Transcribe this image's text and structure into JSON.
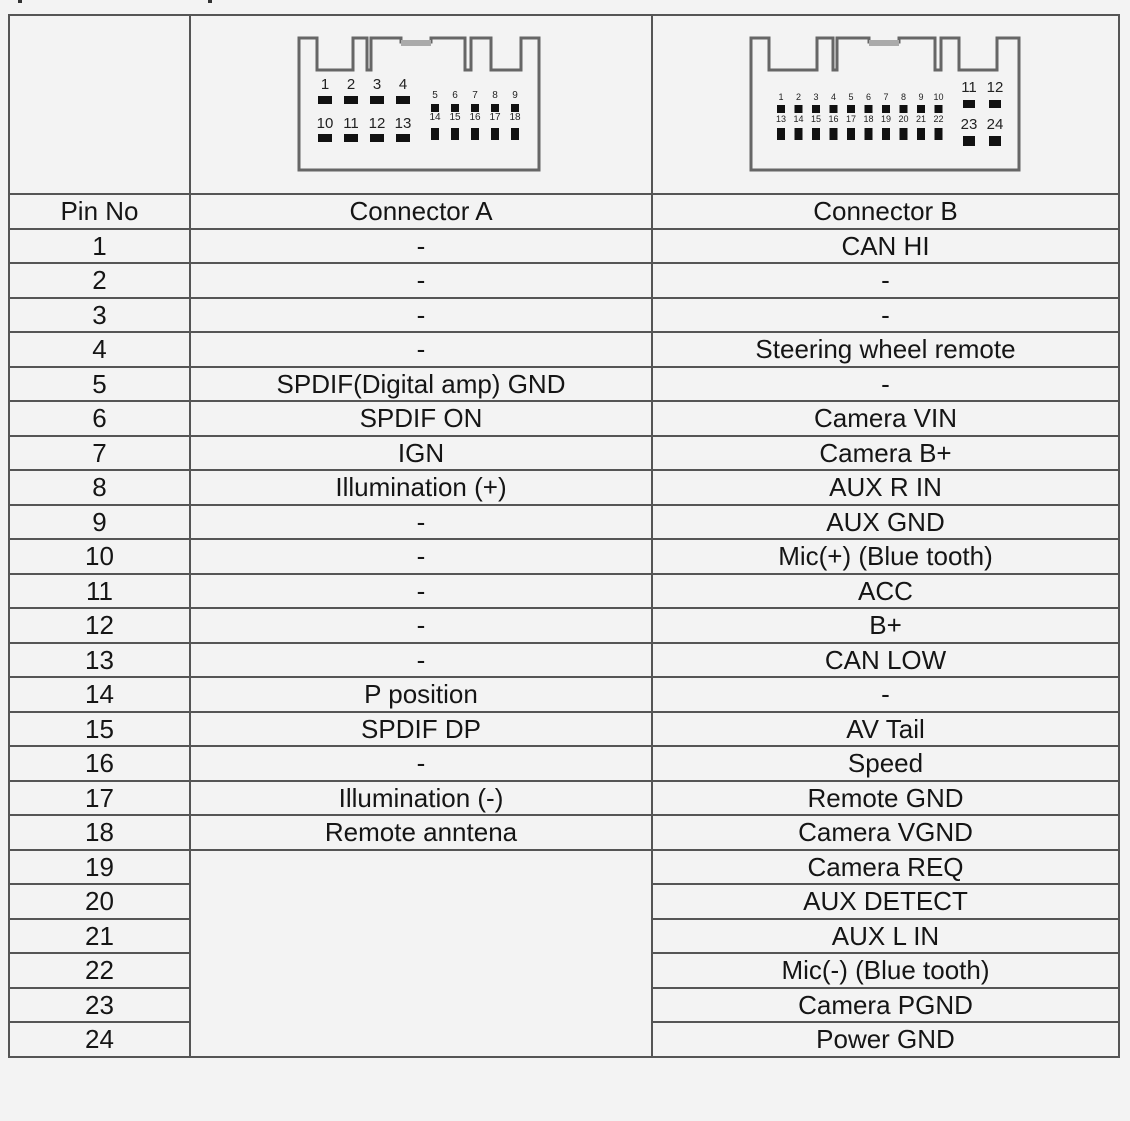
{
  "table": {
    "headers": {
      "pin_no": "Pin No",
      "connector_a": "Connector A",
      "connector_b": "Connector B"
    },
    "connector_a_diagram": {
      "top_row_large": [
        "1",
        "2",
        "3",
        "4"
      ],
      "top_row_small": [
        "5",
        "6",
        "7",
        "8",
        "9"
      ],
      "bottom_row_large": [
        "10",
        "11",
        "12",
        "13"
      ],
      "bottom_row_small": [
        "14",
        "15",
        "16",
        "17",
        "18"
      ]
    },
    "connector_b_diagram": {
      "top_row_small": [
        "1",
        "2",
        "3",
        "4",
        "5",
        "6",
        "7",
        "8",
        "9",
        "10"
      ],
      "top_row_large": [
        "11",
        "12"
      ],
      "bottom_row_small": [
        "13",
        "14",
        "15",
        "16",
        "17",
        "18",
        "19",
        "20",
        "21",
        "22"
      ],
      "bottom_row_large": [
        "23",
        "24"
      ]
    },
    "rows": [
      {
        "pin": "1",
        "a": "-",
        "b": "CAN HI"
      },
      {
        "pin": "2",
        "a": "-",
        "b": "-"
      },
      {
        "pin": "3",
        "a": "-",
        "b": "-"
      },
      {
        "pin": "4",
        "a": "-",
        "b": "Steering wheel remote"
      },
      {
        "pin": "5",
        "a": "SPDIF(Digital amp) GND",
        "b": "-"
      },
      {
        "pin": "6",
        "a": "SPDIF ON",
        "b": "Camera VIN"
      },
      {
        "pin": "7",
        "a": "IGN",
        "b": "Camera B+"
      },
      {
        "pin": "8",
        "a": "Illumination (+)",
        "b": "AUX R IN"
      },
      {
        "pin": "9",
        "a": "-",
        "b": "AUX GND"
      },
      {
        "pin": "10",
        "a": "-",
        "b": "Mic(+) (Blue tooth)"
      },
      {
        "pin": "11",
        "a": "-",
        "b": "ACC"
      },
      {
        "pin": "12",
        "a": "-",
        "b": "B+"
      },
      {
        "pin": "13",
        "a": "-",
        "b": "CAN LOW"
      },
      {
        "pin": "14",
        "a": "P position",
        "b": "-"
      },
      {
        "pin": "15",
        "a": "SPDIF DP",
        "b": "AV Tail"
      },
      {
        "pin": "16",
        "a": "-",
        "b": "Speed"
      },
      {
        "pin": "17",
        "a": "Illumination (-)",
        "b": "Remote GND"
      },
      {
        "pin": "18",
        "a": "Remote anntena",
        "b": "Camera VGND"
      },
      {
        "pin": "19",
        "b": "Camera REQ"
      },
      {
        "pin": "20",
        "b": "AUX DETECT"
      },
      {
        "pin": "21",
        "b": "AUX L IN"
      },
      {
        "pin": "22",
        "b": "Mic(-) (Blue tooth)"
      },
      {
        "pin": "23",
        "b": "Camera PGND"
      },
      {
        "pin": "24",
        "b": "Power GND"
      }
    ]
  }
}
